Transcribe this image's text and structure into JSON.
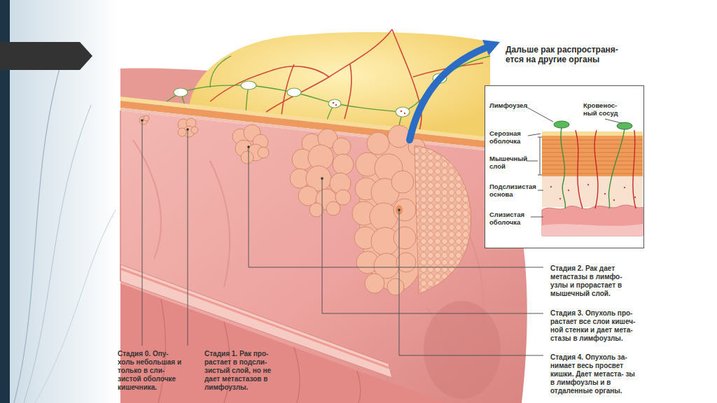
{
  "diagram": {
    "title": "Дальше рак распространя- ется на другие органы",
    "nodes": [
      {
        "text": [
          "Лимфоузел",
          "Кровенос- ный сосуд",
          "Серозная оболочка",
          "Мышечный слой",
          "Подслизистая основа",
          "Слизистая оболочка"
        ]
      }
    ],
    "labels": [
      "Стадия 0. Опу- холь небольшая и только в сли- зистой оболочке кишечника.",
      "Стадия 1. Рак про- растает в подсли- зистый слой, но не дает метастазов в лимфоузлы.",
      "Стадия 2. Рак дает метастазы в лимфо- узлы и прорастает в мышечный слой.",
      "Стадия 3. Опухоль про- растает все слои кишеч- ной стенки и дает мета- стазы в лимфоузлы.",
      "Стадия 4. Опухоль за- нимает весь просвет кишки. Дает метаста- зы в лимфоузлы и в отдаленные органы."
    ]
  }
}
